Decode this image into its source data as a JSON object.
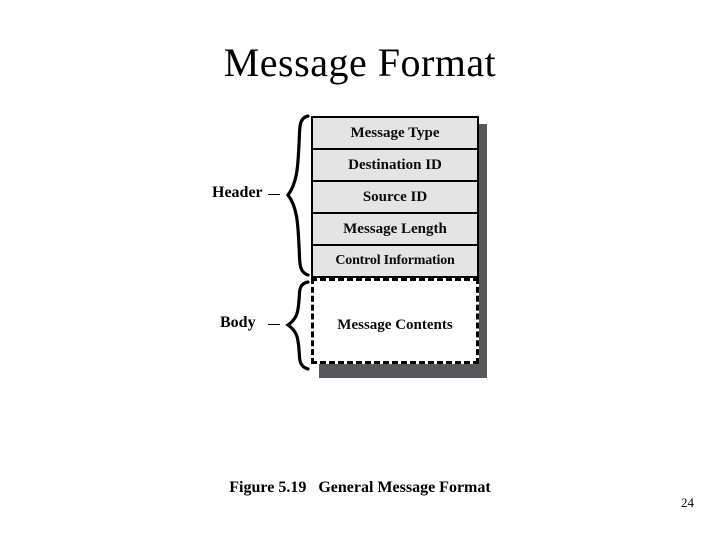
{
  "slide": {
    "title": "Message Format",
    "page_number": "24"
  },
  "figure": {
    "caption": "Figure 5.19   General Message Format",
    "colors": {
      "field_fill": "#e4e4e4",
      "body_fill": "#ffffff",
      "border": "#000000",
      "shadow": "#58585a",
      "background": "#ffffff"
    },
    "sections": [
      {
        "name": "header",
        "label": "Header",
        "fields": [
          {
            "label": "Message Type"
          },
          {
            "label": "Destination ID"
          },
          {
            "label": "Source ID"
          },
          {
            "label": "Message Length"
          },
          {
            "label": "Control Information"
          }
        ]
      },
      {
        "name": "body",
        "label": "Body",
        "fields": [
          {
            "label": "Message Contents"
          }
        ]
      }
    ]
  }
}
